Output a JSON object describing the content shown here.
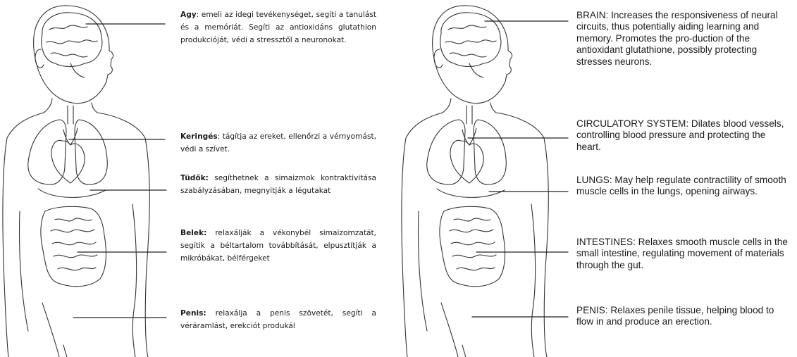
{
  "panels": {
    "hu": {
      "brain": {
        "name": "Agy",
        "sep": ": ",
        "text": "emeli az idegi tevékenységet, segíti a tanulást és a memóriát. Segíti az antioxidáns glutathion produkcióját, védi a stressztől a neuronokat."
      },
      "circulatory": {
        "name": "Keringés",
        "sep": ": ",
        "text": "tágítja az ereket, ellenőrzi a vérnyomást, védi a szívet."
      },
      "lungs": {
        "name": "Tüdők:",
        "sep": " ",
        "text": "segíthetnek a simaizmok kontraktivitása szabályzásában, megnyitják a légutakat"
      },
      "intestines": {
        "name": "Belek:",
        "sep": " ",
        "text": "relaxálják a vékonybél simaizomzatát, segítik a béltartalom továbbítását, elpusztítják a mikróbákat, bélférgeket"
      },
      "penis": {
        "name": "Penis:",
        "sep": " ",
        "text": "relaxálja a penis szövetét, segíti a véráramlást, erekciót produkál"
      }
    },
    "en": {
      "brain": "BRAIN: Increases the responsiveness of neural circuits, thus potentially aiding learning and memory. Promotes the pro-duction of the antioxidant glutathione, possibly protecting stresses neurons.",
      "circulatory": "CIRCULATORY SYSTEM: Dilates blood vessels, controlling blood pressure and protecting the heart.",
      "lungs": "LUNGS: May help regulate contractility of smooth muscle cells in the lungs, opening airways.",
      "intestines": "INTESTINES: Relaxes smooth muscle cells in the small intestine, regulating movement of materials through the gut.",
      "penis": "PENIS: Relaxes penile tissue, helping blood to flow in and produce an erection."
    }
  }
}
